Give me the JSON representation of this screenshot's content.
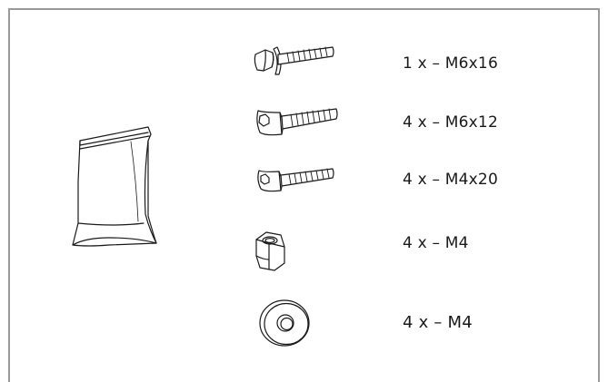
{
  "parts": [
    {
      "icon": "hex-flange-bolt-icon",
      "label": "1 x – M6x16"
    },
    {
      "icon": "socket-cap-screw-icon",
      "label": "4 x – M6x12"
    },
    {
      "icon": "socket-cap-screw-icon",
      "label": "4 x – M4x20"
    },
    {
      "icon": "hex-nut-icon",
      "label": "4 x – M4"
    },
    {
      "icon": "washer-icon",
      "label": "4 x – M4"
    }
  ],
  "bag": {
    "icon": "ziplock-bag-icon"
  },
  "colors": {
    "frame": "#9a9a9a",
    "ink": "#1a1a1a"
  }
}
